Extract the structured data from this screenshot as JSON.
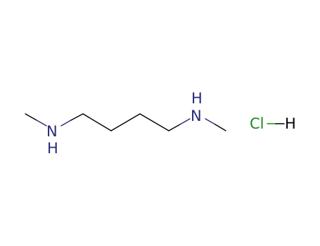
{
  "molecule": {
    "atoms": {
      "n_left": "N",
      "h_left": "H",
      "n_right": "N",
      "h_right": "H",
      "cl": "Cl",
      "h_hcl": "H"
    },
    "colors": {
      "nitrogen": "#2a2a7a",
      "chlorine": "#1e8a1e",
      "carbon_bond": "#000000"
    }
  }
}
